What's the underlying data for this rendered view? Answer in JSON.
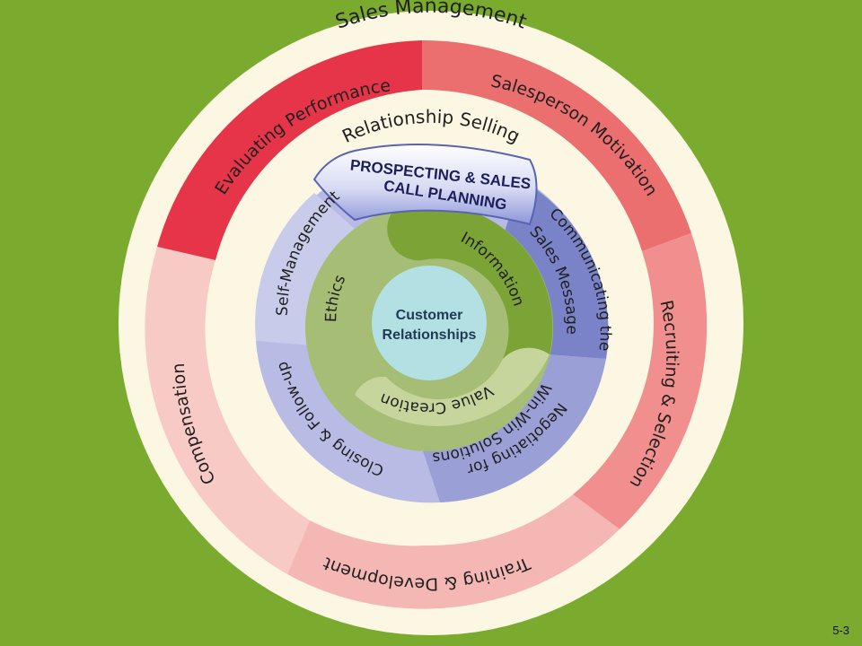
{
  "diagram": {
    "outer_ring": {
      "title": "Sales Management",
      "segments": [
        {
          "label": "Evaluating Performance",
          "color": "#e63548"
        },
        {
          "label": "Salesperson Motivation",
          "color": "#ec6f70"
        },
        {
          "label": "Recruiting & Selection",
          "color": "#f08f8d"
        },
        {
          "label": "Training & Development",
          "color": "#f4b7b4"
        },
        {
          "label": "Compensation",
          "color": "#f7cac6"
        }
      ]
    },
    "relationship_ring": {
      "title": "Relationship Selling",
      "banner": {
        "line1": "PROSPECTING & SALES",
        "line2": "CALL PLANNING"
      },
      "segments": [
        {
          "label": "Self-Management",
          "color": "#c9cbea"
        },
        {
          "label": "Communicating the",
          "label2": "Sales Message",
          "color": "#7a82c8"
        },
        {
          "label": "Negotiating for",
          "label2": "Win-Win Solutions",
          "color": "#9aa0d6"
        },
        {
          "label": "Closing & Follow-up",
          "color": "#b8bce4"
        }
      ]
    },
    "inner_ring": {
      "segments": [
        {
          "label": "Information",
          "color": "#7ba336"
        },
        {
          "label": "Value Creation",
          "color": "#c5d59b"
        },
        {
          "label": "Ethics",
          "color": "#a5bd74"
        }
      ]
    },
    "center": {
      "line1": "Customer",
      "line2": "Relationships",
      "color": "#b3e0e2"
    }
  },
  "slide": {
    "number": "5-3"
  }
}
